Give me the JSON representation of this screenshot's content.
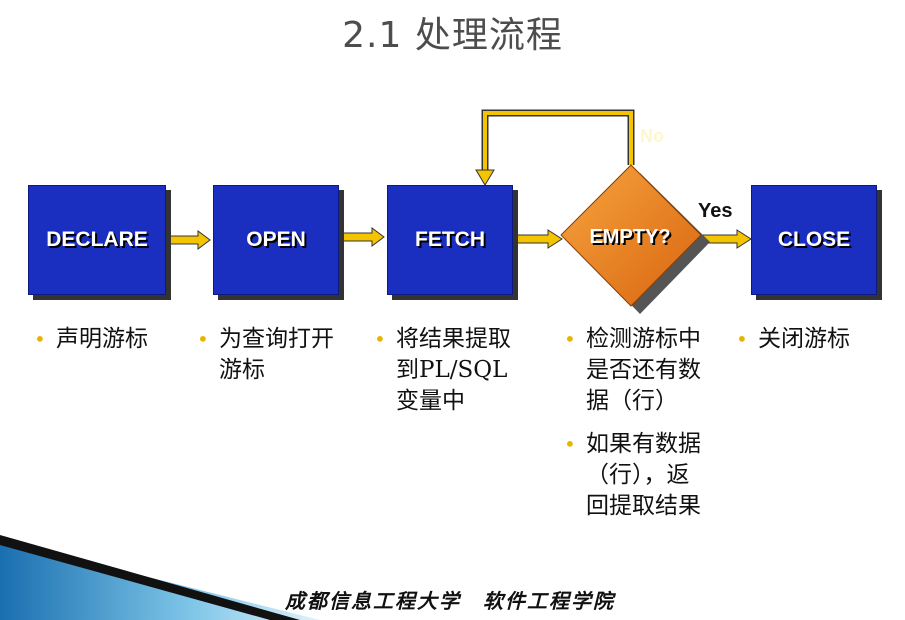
{
  "title": "2.1 处理流程",
  "steps": [
    {
      "label": "DECLARE"
    },
    {
      "label": "OPEN"
    },
    {
      "label": "FETCH"
    },
    {
      "label": "EMPTY?"
    },
    {
      "label": "CLOSE"
    }
  ],
  "branches": {
    "yes": "Yes",
    "no": "No"
  },
  "bullets": [
    {
      "lines": [
        "声明游标"
      ]
    },
    {
      "lines": [
        "为查询打开",
        "游标"
      ]
    },
    {
      "lines": [
        "将结果提取",
        "到PL/SQL",
        "变量中"
      ]
    },
    {
      "lines": [
        "检测游标中",
        "是否还有数",
        "据（行）"
      ]
    },
    {
      "lines": [
        "如果有数据",
        "（行），返",
        "回提取结果"
      ]
    },
    {
      "lines": [
        "关闭游标"
      ]
    }
  ],
  "footer": "成都信息工程大学　软件工程学院",
  "colors": {
    "box": "#1a2fbf",
    "diamond": "#e87a1e",
    "arrow": "#f5c400",
    "bullet": "#e8b400"
  }
}
